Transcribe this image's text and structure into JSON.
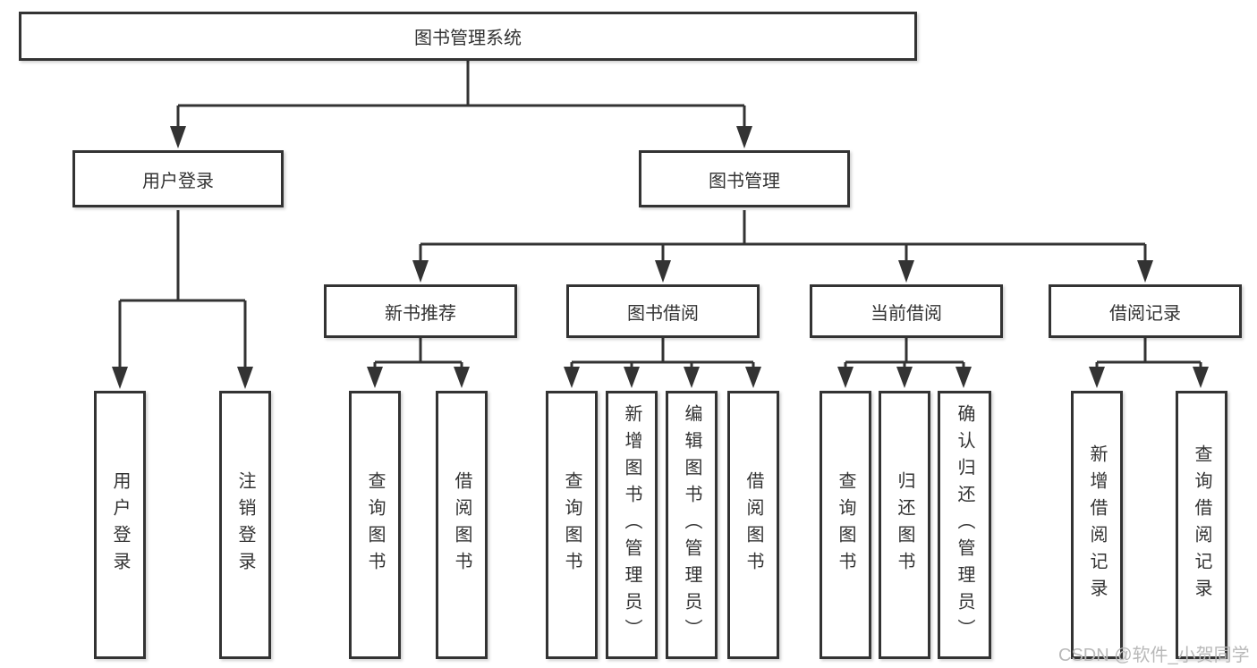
{
  "tree": {
    "root": {
      "label": "图书管理系统"
    },
    "user_branch": {
      "label": "用户登录",
      "leaves": [
        "用户登录",
        "注销登录"
      ]
    },
    "mgmt_branch": {
      "label": "图书管理",
      "groups": [
        {
          "label": "新书推荐",
          "leaves": [
            "查询图书",
            "借阅图书"
          ]
        },
        {
          "label": "图书借阅",
          "leaves": [
            "查询图书",
            "新增图书（管理员）",
            "编辑图书（管理员）",
            "借阅图书"
          ]
        },
        {
          "label": "当前借阅",
          "leaves": [
            "查询图书",
            "归还图书",
            "确认归还（管理员）"
          ]
        },
        {
          "label": "借阅记录",
          "leaves": [
            "新增借阅记录",
            "查询借阅记录"
          ]
        }
      ]
    }
  },
  "watermark": "CSDN @软件_小贺同学",
  "colors": {
    "line": "#333333",
    "text": "#333333",
    "box_background": "#ffffff",
    "page_background": "#ffffff",
    "watermark": "#b9b9b9"
  }
}
